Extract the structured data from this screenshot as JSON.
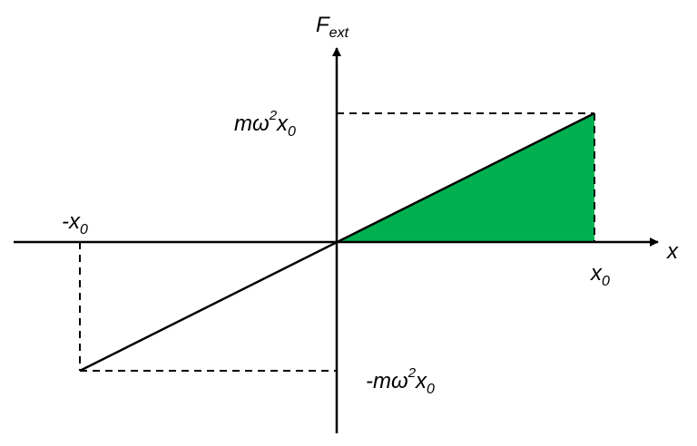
{
  "diagram": {
    "title": "External force vs displacement",
    "y_axis_label": {
      "main": "F",
      "sub": "ext"
    },
    "x_axis_label": "x",
    "labels": {
      "x0_pos": {
        "main": "x",
        "sub": "0"
      },
      "x0_neg": {
        "prefix": "-",
        "main": "x",
        "sub": "0"
      },
      "f_pos": {
        "m": "mω",
        "sup": "2",
        "x": "x",
        "sub": "0"
      },
      "f_neg": {
        "m": "-mω",
        "sup": "2",
        "x": "x",
        "sub": "0"
      }
    },
    "colors": {
      "fill": "#00B050",
      "line": "#000000"
    }
  }
}
